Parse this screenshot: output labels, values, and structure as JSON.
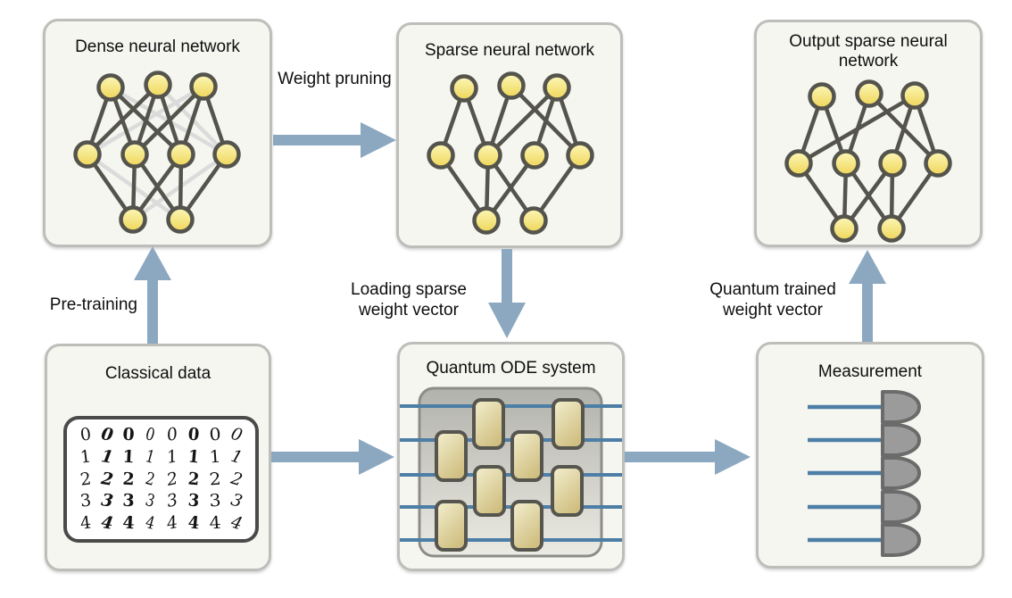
{
  "boxes": {
    "dense": {
      "title": "Dense neural network"
    },
    "sparse": {
      "title": "Sparse neural network"
    },
    "output": {
      "title": "Output sparse neural network"
    },
    "classical": {
      "title": "Classical data",
      "digit_rows": [
        [
          "0",
          "0",
          "0",
          "0",
          "0",
          "0",
          "0",
          "0"
        ],
        [
          "1",
          "1",
          "1",
          "1",
          "1",
          "1",
          "1",
          "1"
        ],
        [
          "2",
          "2",
          "2",
          "2",
          "2",
          "2",
          "2",
          "2"
        ],
        [
          "3",
          "3",
          "3",
          "3",
          "3",
          "3",
          "3",
          "3"
        ],
        [
          "4",
          "4",
          "4",
          "4",
          "4",
          "4",
          "4",
          "4"
        ]
      ]
    },
    "quantum": {
      "title": "Quantum ODE system"
    },
    "measurement": {
      "title": "Measurement"
    }
  },
  "arrow_labels": {
    "pretraining": "Pre-training",
    "weight_pruning": "Weight pruning",
    "loading_sparse": "Loading sparse weight vector",
    "quantum_trained": "Quantum trained weight vector"
  },
  "networks": {
    "dense": {
      "layers": [
        3,
        4,
        2
      ],
      "dark_edges": [
        "t1-m1",
        "t1-m2",
        "t1-m3",
        "t2-m1",
        "t2-m2",
        "t2-m3",
        "t3-m2",
        "t3-m3",
        "t3-m4",
        "m1-b1",
        "m2-b1",
        "m2-b2",
        "m3-b1",
        "m3-b2",
        "m4-b2"
      ],
      "light_edges": [
        "t1-m4",
        "t2-m4",
        "t3-m1",
        "m1-b2",
        "m4-b1"
      ]
    },
    "sparse": {
      "layers": [
        3,
        4,
        2
      ],
      "dark_edges": [
        "t1-m1",
        "t1-m2",
        "t2-m2",
        "t2-m4",
        "t3-m2",
        "t3-m3",
        "t3-m4",
        "m1-b1",
        "m2-b1",
        "m2-b2",
        "m3-b1",
        "m4-b2"
      ],
      "light_edges": []
    },
    "output": {
      "layers": [
        3,
        4,
        2
      ],
      "dark_edges": [
        "t1-m1",
        "t1-m2",
        "t2-m2",
        "t2-m4",
        "t3-m1",
        "t3-m3",
        "t3-m4",
        "m1-b1",
        "m2-b1",
        "m2-b2",
        "m3-b1",
        "m3-b2",
        "m4-b2"
      ],
      "light_edges": []
    }
  },
  "quantum_circuit": {
    "wires": 5,
    "gates": 8
  },
  "measurement_panel": {
    "wires": 5,
    "detectors": 5
  },
  "colors": {
    "arrow": "#8CA8C1",
    "wire": "#4D7EA6",
    "node_fill_top": "#FCF7B8",
    "node_fill_bottom": "#EFD658",
    "node_stroke": "#54544D",
    "pruned_edge": "#DBDBDB",
    "gate_fill_top": "#F3EFCF",
    "gate_fill_bottom": "#D0BF81",
    "gate_stroke": "#56564F",
    "detector_fill": "#9B9B9B",
    "detector_stroke": "#6B6B6B",
    "box_fill": "#F6F6F1",
    "box_border": "#BDBDBA"
  }
}
